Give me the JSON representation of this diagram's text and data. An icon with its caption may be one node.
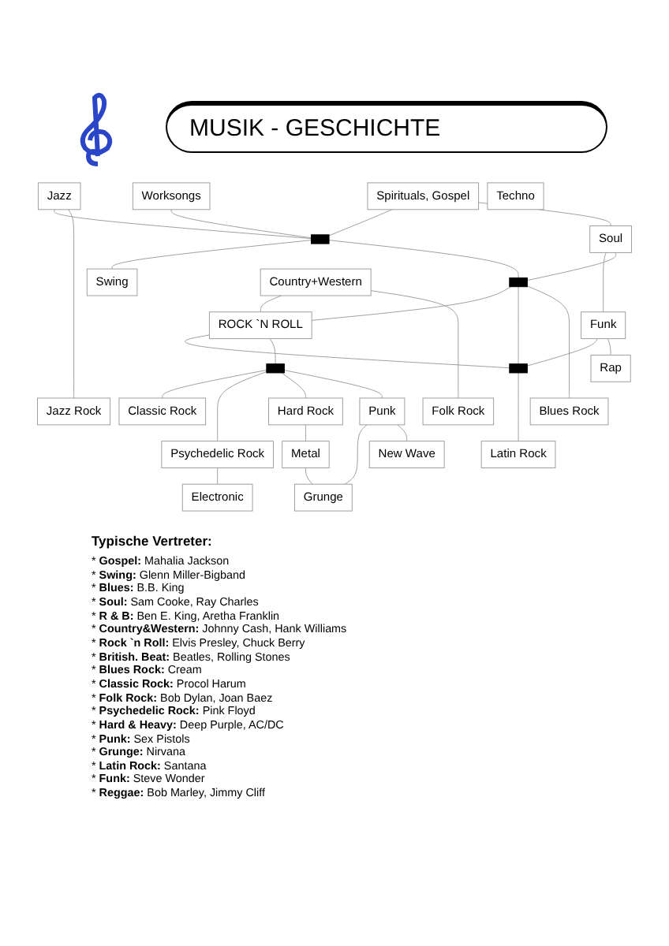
{
  "diagram": {
    "title": "MUSIK - GESCHICHTE",
    "nodes": [
      {
        "text": [
          "Spirituals, Gospel"
        ]
      },
      {
        "text": [
          "Worksongs"
        ]
      },
      {
        "text": [
          "Jazz"
        ]
      },
      {
        "text": [],
        "shape": "box"
      },
      {
        "text": [
          "Swing"
        ]
      },
      {
        "text": [
          "Soul"
        ]
      },
      {
        "text": [],
        "shape": "box"
      },
      {
        "text": [
          "Country+Western"
        ]
      },
      {
        "text": [
          "ROCK `N ROLL"
        ]
      },
      {
        "text": [
          "Funk"
        ]
      },
      {
        "text": [],
        "shape": "box"
      },
      {
        "text": [],
        "shape": "box"
      },
      {
        "text": [
          "Jazz Rock"
        ]
      },
      {
        "text": [
          "Blues Rock"
        ]
      },
      {
        "text": [
          "Classic Rock"
        ]
      },
      {
        "text": [
          "Folk Rock"
        ]
      },
      {
        "text": [
          "Hard Rock"
        ]
      },
      {
        "text": [
          "Punk"
        ]
      },
      {
        "text": [
          "Rap"
        ]
      },
      {
        "text": [
          "Latin Rock"
        ]
      },
      {
        "text": [
          "Psychedelic Rock"
        ]
      },
      {
        "text": [
          "Metal"
        ]
      },
      {
        "text": [
          "Electronic"
        ]
      },
      {
        "text": [
          "Grunge"
        ]
      },
      {
        "text": [
          "New Wave"
        ]
      },
      {
        "text": [
          "Techno"
        ]
      }
    ],
    "edges": [
      {
        "from": 0,
        "to": 3,
        "arrow": "none"
      },
      {
        "from": 1,
        "to": 3,
        "arrow": "none"
      },
      {
        "from": 2,
        "to": 3,
        "arrow": "none"
      },
      {
        "from": 3,
        "to": 4,
        "arrow": "none"
      },
      {
        "from": 3,
        "to": 6,
        "arrow": "none"
      },
      {
        "from": 0,
        "to": 5,
        "arrow": "none"
      },
      {
        "from": 5,
        "to": 9,
        "arrow": "none"
      },
      {
        "from": 5,
        "to": 6,
        "arrow": "none"
      },
      {
        "from": 6,
        "to": 8,
        "arrow": "none"
      },
      {
        "from": 7,
        "to": 8,
        "arrow": "none"
      },
      {
        "from": 6,
        "to": 10,
        "arrow": "none"
      },
      {
        "from": 8,
        "to": 10,
        "arrow": "none"
      },
      {
        "from": 9,
        "to": 10,
        "arrow": "none"
      },
      {
        "from": 9,
        "to": 18,
        "arrow": "none"
      },
      {
        "from": 8,
        "to": 11,
        "arrow": "none"
      },
      {
        "from": 2,
        "to": 12,
        "arrow": "none"
      },
      {
        "from": 6,
        "to": 13,
        "arrow": "none"
      },
      {
        "from": 11,
        "to": 14,
        "arrow": "none"
      },
      {
        "from": 11,
        "to": 20,
        "arrow": "none"
      },
      {
        "from": 7,
        "to": 15,
        "arrow": "none"
      },
      {
        "from": 11,
        "to": 16,
        "arrow": "none"
      },
      {
        "from": 11,
        "to": 17,
        "arrow": "none"
      },
      {
        "from": 10,
        "to": 19,
        "arrow": "none"
      },
      {
        "from": 16,
        "to": 21,
        "arrow": "none"
      },
      {
        "from": 21,
        "to": 23,
        "arrow": "none"
      },
      {
        "from": 20,
        "to": 22,
        "arrow": "none"
      },
      {
        "from": 17,
        "to": 23,
        "arrow": "none"
      },
      {
        "from": 17,
        "to": 24,
        "arrow": "none"
      }
    ],
    "labels": [
      "Typische Vertreter:",
      "* **Gospel:** Mahalia Jackson",
      "* **Swing:** Glenn Miller-Bigband",
      "* **Blues:** B.B. King",
      "* **Soul:** Sam Cooke, Ray Charles",
      "* **R & B:** Ben E. King, Aretha Franklin",
      "* **Country&Western:** Johnny Cash, Hank Williams",
      "* **Rock `n Roll:** Elvis Presley, Chuck Berry",
      "* **British. Beat:** Beatles, Rolling Stones",
      "* **Blues Rock:** Cream",
      "* **Classic Rock:** Procol Harum",
      "* **Folk Rock:** Bob Dylan, Joan Baez",
      "* **Psychedelic Rock:** Pink Floyd",
      "* **Hard & Heavy:** Deep Purple, AC/DC",
      "* **Punk:** Sex Pistols",
      "* **Grunge:** Nirvana",
      "* **Latin Rock:** Santana",
      "* **Funk:** Steve Wonder",
      "* **Reggae:** Bob Marley, Jimmy Cliff"
    ]
  }
}
